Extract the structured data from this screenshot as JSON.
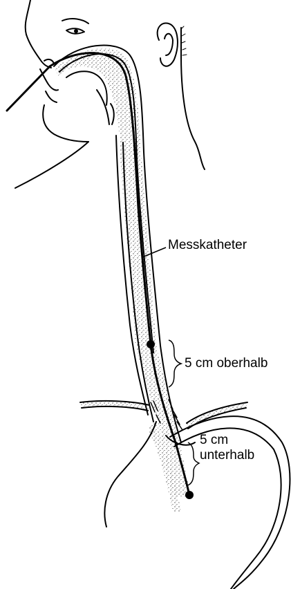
{
  "labels": {
    "catheter": "Messkatheter",
    "above": "5 cm oberhalb",
    "below_line1": "5 cm",
    "below_line2": "unterhalb"
  },
  "colors": {
    "ink": "#000000",
    "background": "#ffffff"
  }
}
